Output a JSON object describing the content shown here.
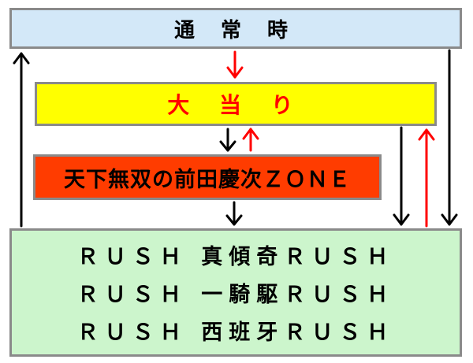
{
  "states": {
    "normal": "通 常 時",
    "jackpot": "大 当 り",
    "zone": "天下無双の前田慶次ＺＯＮＥ",
    "rush_lines": [
      "ＲＵＳＨ 真傾奇ＲＵＳＨ",
      "ＲＵＳＨ 一騎駆ＲＵＳＨ",
      "ＲＵＳＨ 西班牙ＲＵＳＨ"
    ]
  },
  "colors": {
    "normal_bg": "#d3e8f8",
    "jackpot_bg": "#ffff00",
    "jackpot_text": "#ff0000",
    "zone_bg": "#ff3c00",
    "rush_bg": "#ccf5cc",
    "arrow_black": "#000000",
    "arrow_red": "#ff0000"
  }
}
